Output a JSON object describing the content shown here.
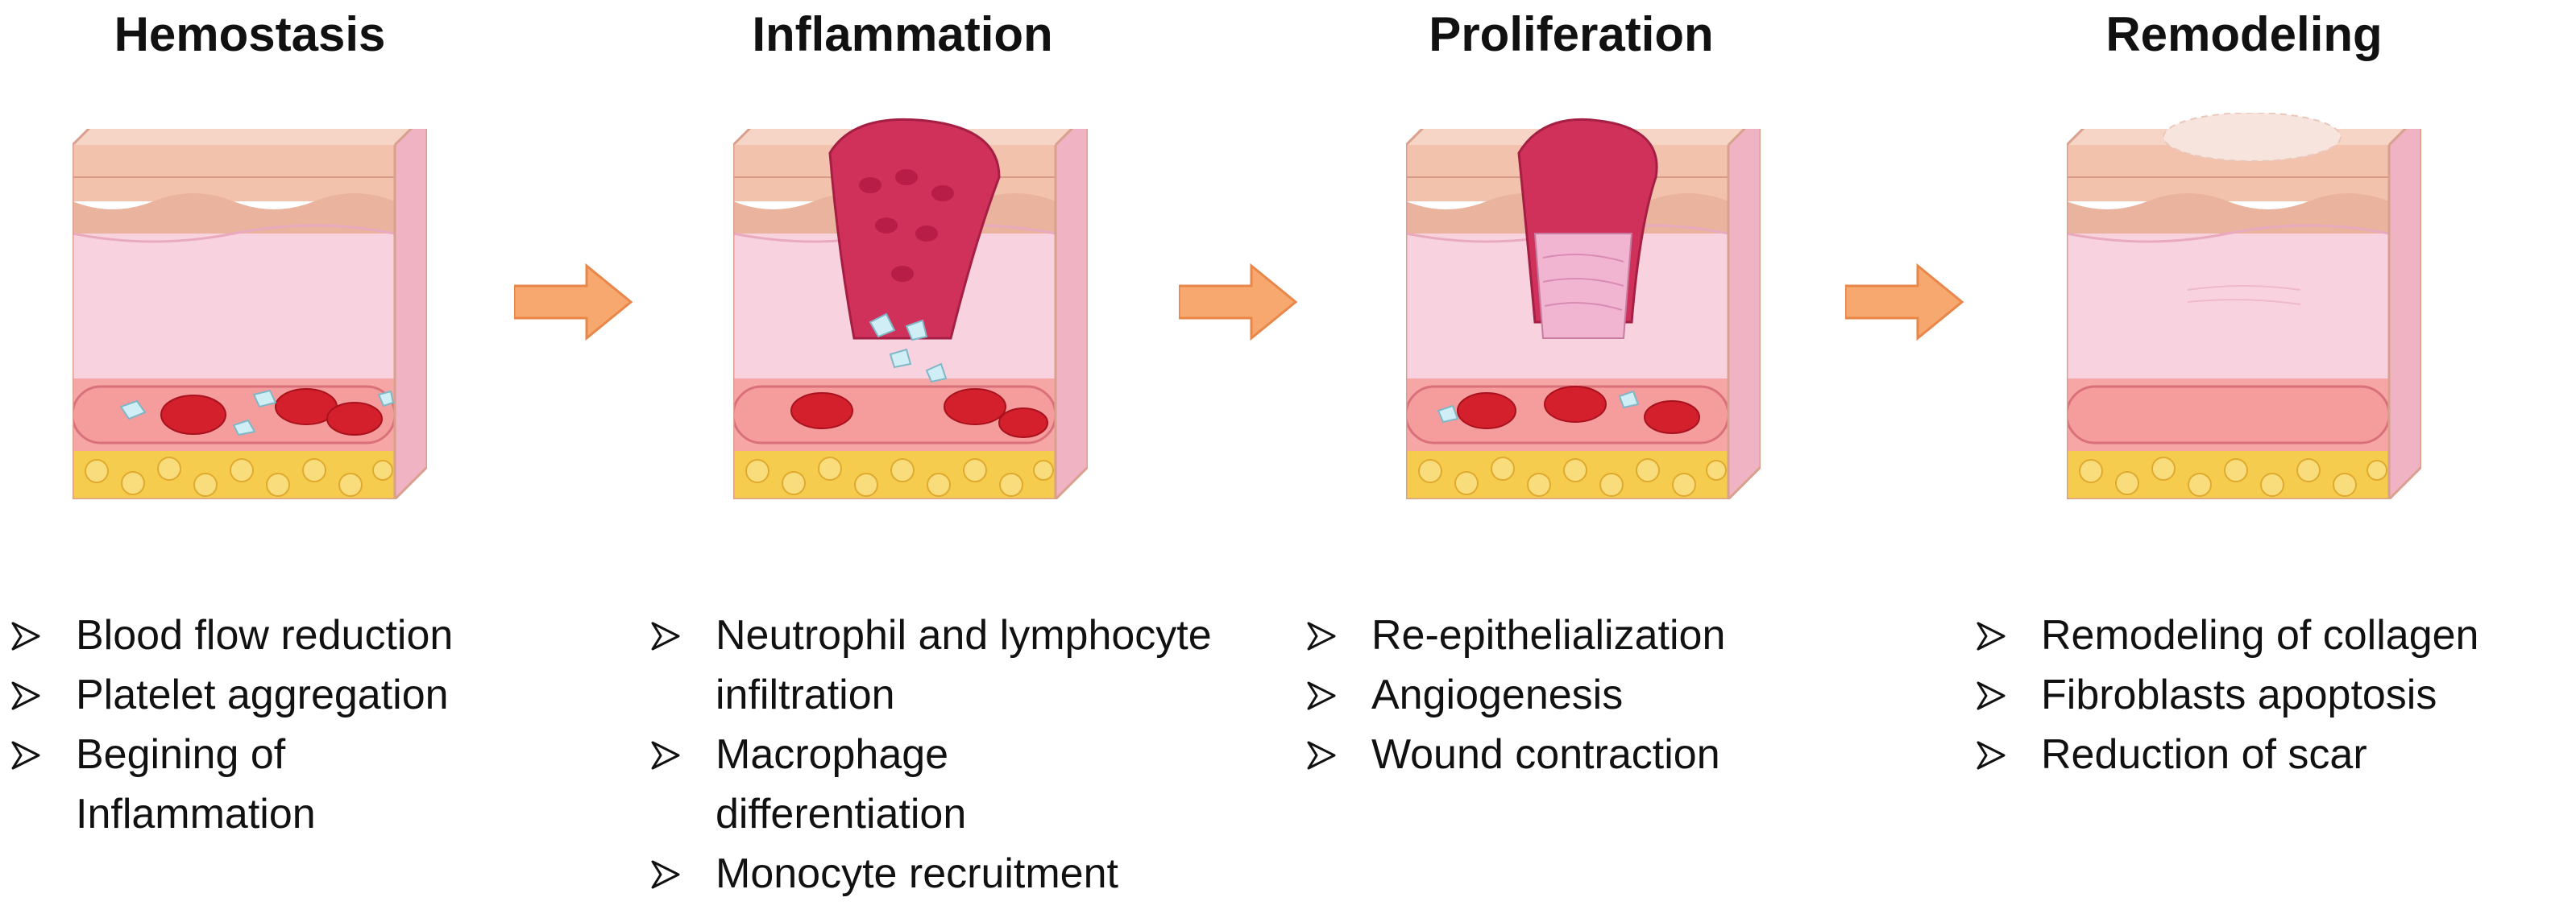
{
  "stages": [
    {
      "title": "Hemostasis",
      "bullets": [
        "Blood flow reduction",
        "Platelet aggregation",
        "Begining of Inflammation"
      ]
    },
    {
      "title": "Inflammation",
      "bullets": [
        "Neutrophil and lymphocyte infiltration",
        "Macrophage differentiation",
        "Monocyte recruitment"
      ]
    },
    {
      "title": "Proliferation",
      "bullets": [
        "Re-epithelialization",
        "Angiogenesis",
        "Wound contraction"
      ]
    },
    {
      "title": "Remodeling",
      "bullets": [
        "Remodeling of collagen",
        "Fibroblasts apoptosis",
        "Reduction of scar"
      ]
    }
  ],
  "colors": {
    "arrow": "#f6a86f",
    "arrow_stroke": "#e9874a",
    "blood": "#d41f2c",
    "skin_top": "#f3c6b8",
    "fat": "#f5cc4e",
    "wound": "#d0315a"
  }
}
